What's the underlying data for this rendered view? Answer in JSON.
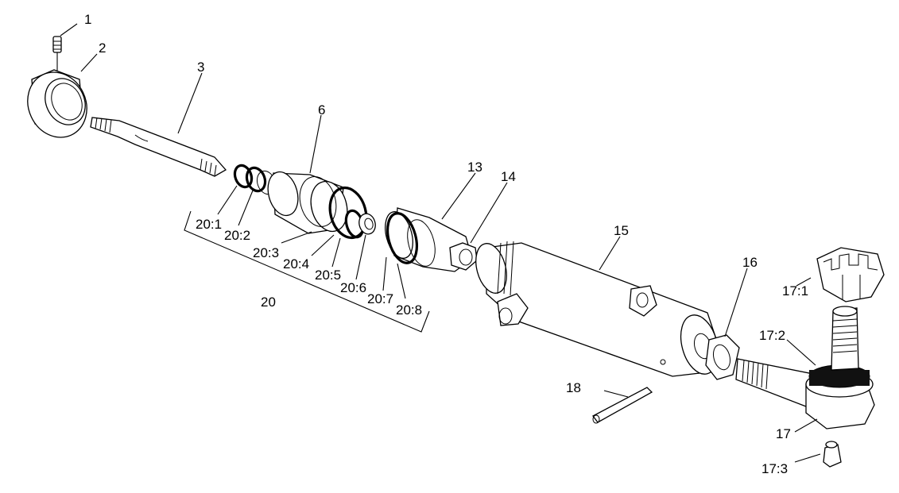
{
  "callouts": {
    "c1": "1",
    "c2": "2",
    "c3": "3",
    "c6": "6",
    "c13": "13",
    "c14": "14",
    "c15": "15",
    "c16": "16",
    "c17": "17",
    "c17_1": "17:1",
    "c17_2": "17:2",
    "c17_3": "17:3",
    "c18": "18",
    "c20": "20",
    "c20_1": "20:1",
    "c20_2": "20:2",
    "c20_3": "20:3",
    "c20_4": "20:4",
    "c20_5": "20:5",
    "c20_6": "20:6",
    "c20_7": "20:7",
    "c20_8": "20:8"
  }
}
